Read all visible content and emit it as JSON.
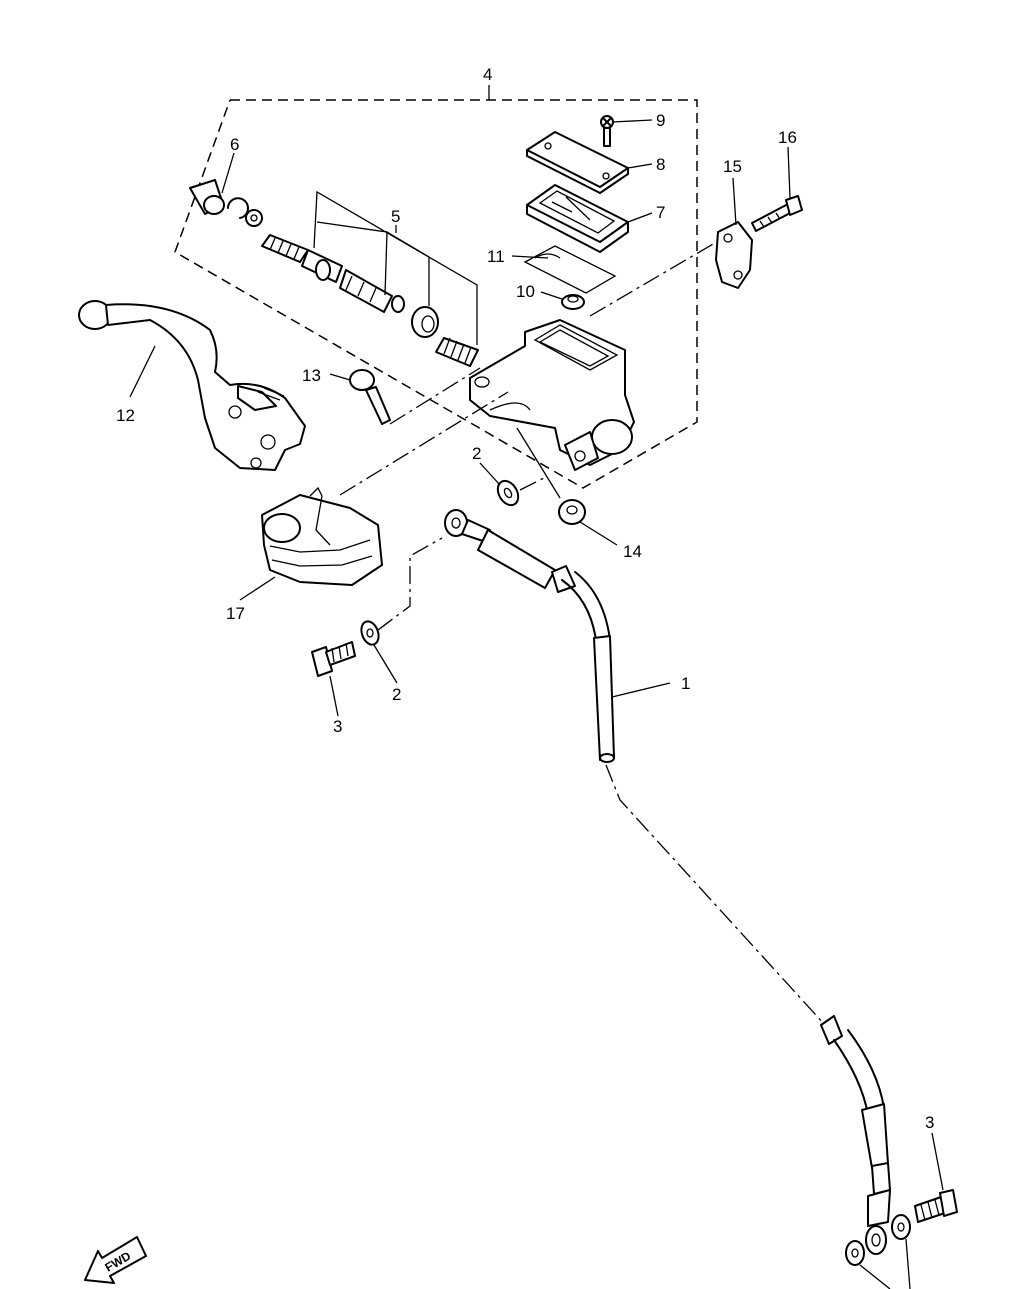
{
  "callouts": {
    "c1": "1",
    "c2a": "2",
    "c2b": "2",
    "c3a": "3",
    "c3b": "3",
    "c4": "4",
    "c5": "5",
    "c6": "6",
    "c7": "7",
    "c8": "8",
    "c9": "9",
    "c10": "10",
    "c11": "11",
    "c12": "12",
    "c13": "13",
    "c14": "14",
    "c15": "15",
    "c16": "16",
    "c17": "17"
  },
  "forward_marker": {
    "label": "FWD",
    "icon": "forward-arrow-icon"
  }
}
